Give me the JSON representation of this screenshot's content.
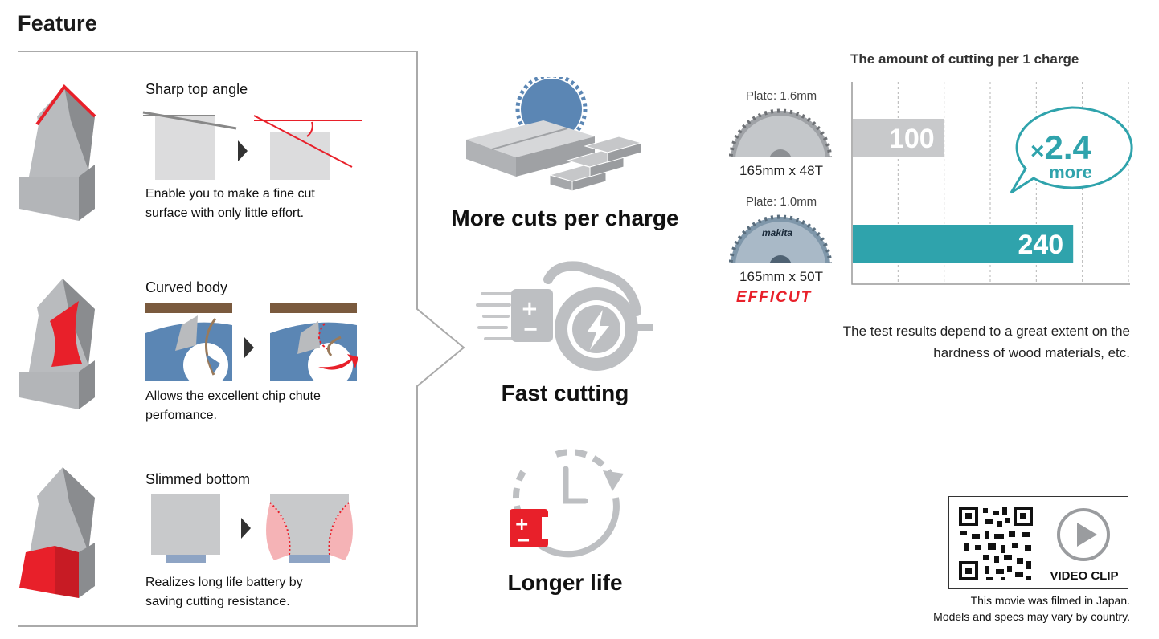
{
  "page": {
    "title": "Feature"
  },
  "features": [
    {
      "title": "Sharp top angle",
      "desc_lines": [
        "Enable you to make a fine cut",
        "surface with only little effort."
      ]
    },
    {
      "title": "Curved body",
      "desc_lines": [
        "Allows the excellent chip chute",
        "perfomance."
      ]
    },
    {
      "title": "Slimmed bottom",
      "desc_lines": [
        "Realizes long life battery by",
        "saving cutting resistance."
      ]
    }
  ],
  "benefits": [
    {
      "label": "More cuts per charge"
    },
    {
      "label": "Fast cutting"
    },
    {
      "label": "Longer life"
    }
  ],
  "comparison": {
    "title": "The amount of cutting per 1 charge",
    "blades": [
      {
        "plate": "Plate: 1.6mm",
        "size": "165mm x 48T"
      },
      {
        "plate": "Plate: 1.0mm",
        "size": "165mm x 50T",
        "brand": "EFFICUT",
        "logo_text": "makita"
      }
    ],
    "multiplier": {
      "prefix": "×",
      "value": "2.4",
      "suffix": "more"
    },
    "note_lines": [
      "The test results depend to a great extent on the",
      "hardness of wood materials, etc."
    ]
  },
  "chart_data": {
    "type": "bar",
    "orientation": "horizontal",
    "title": "The amount of cutting per 1 charge",
    "categories": [
      "165mm x 48T",
      "165mm x 50T"
    ],
    "values": [
      100,
      240
    ],
    "xlim": [
      0,
      300
    ],
    "grid": true,
    "colors": [
      "#c8c9cb",
      "#2fa3ac"
    ]
  },
  "video": {
    "label": "VIDEO CLIP",
    "notes": [
      "This movie was filmed in Japan.",
      "Models and specs may vary by country."
    ]
  },
  "colors": {
    "accent_red": "#e8202a",
    "teal": "#2fa3ac",
    "gray_bar": "#c8c9cb",
    "blue": "#5b86b4"
  }
}
